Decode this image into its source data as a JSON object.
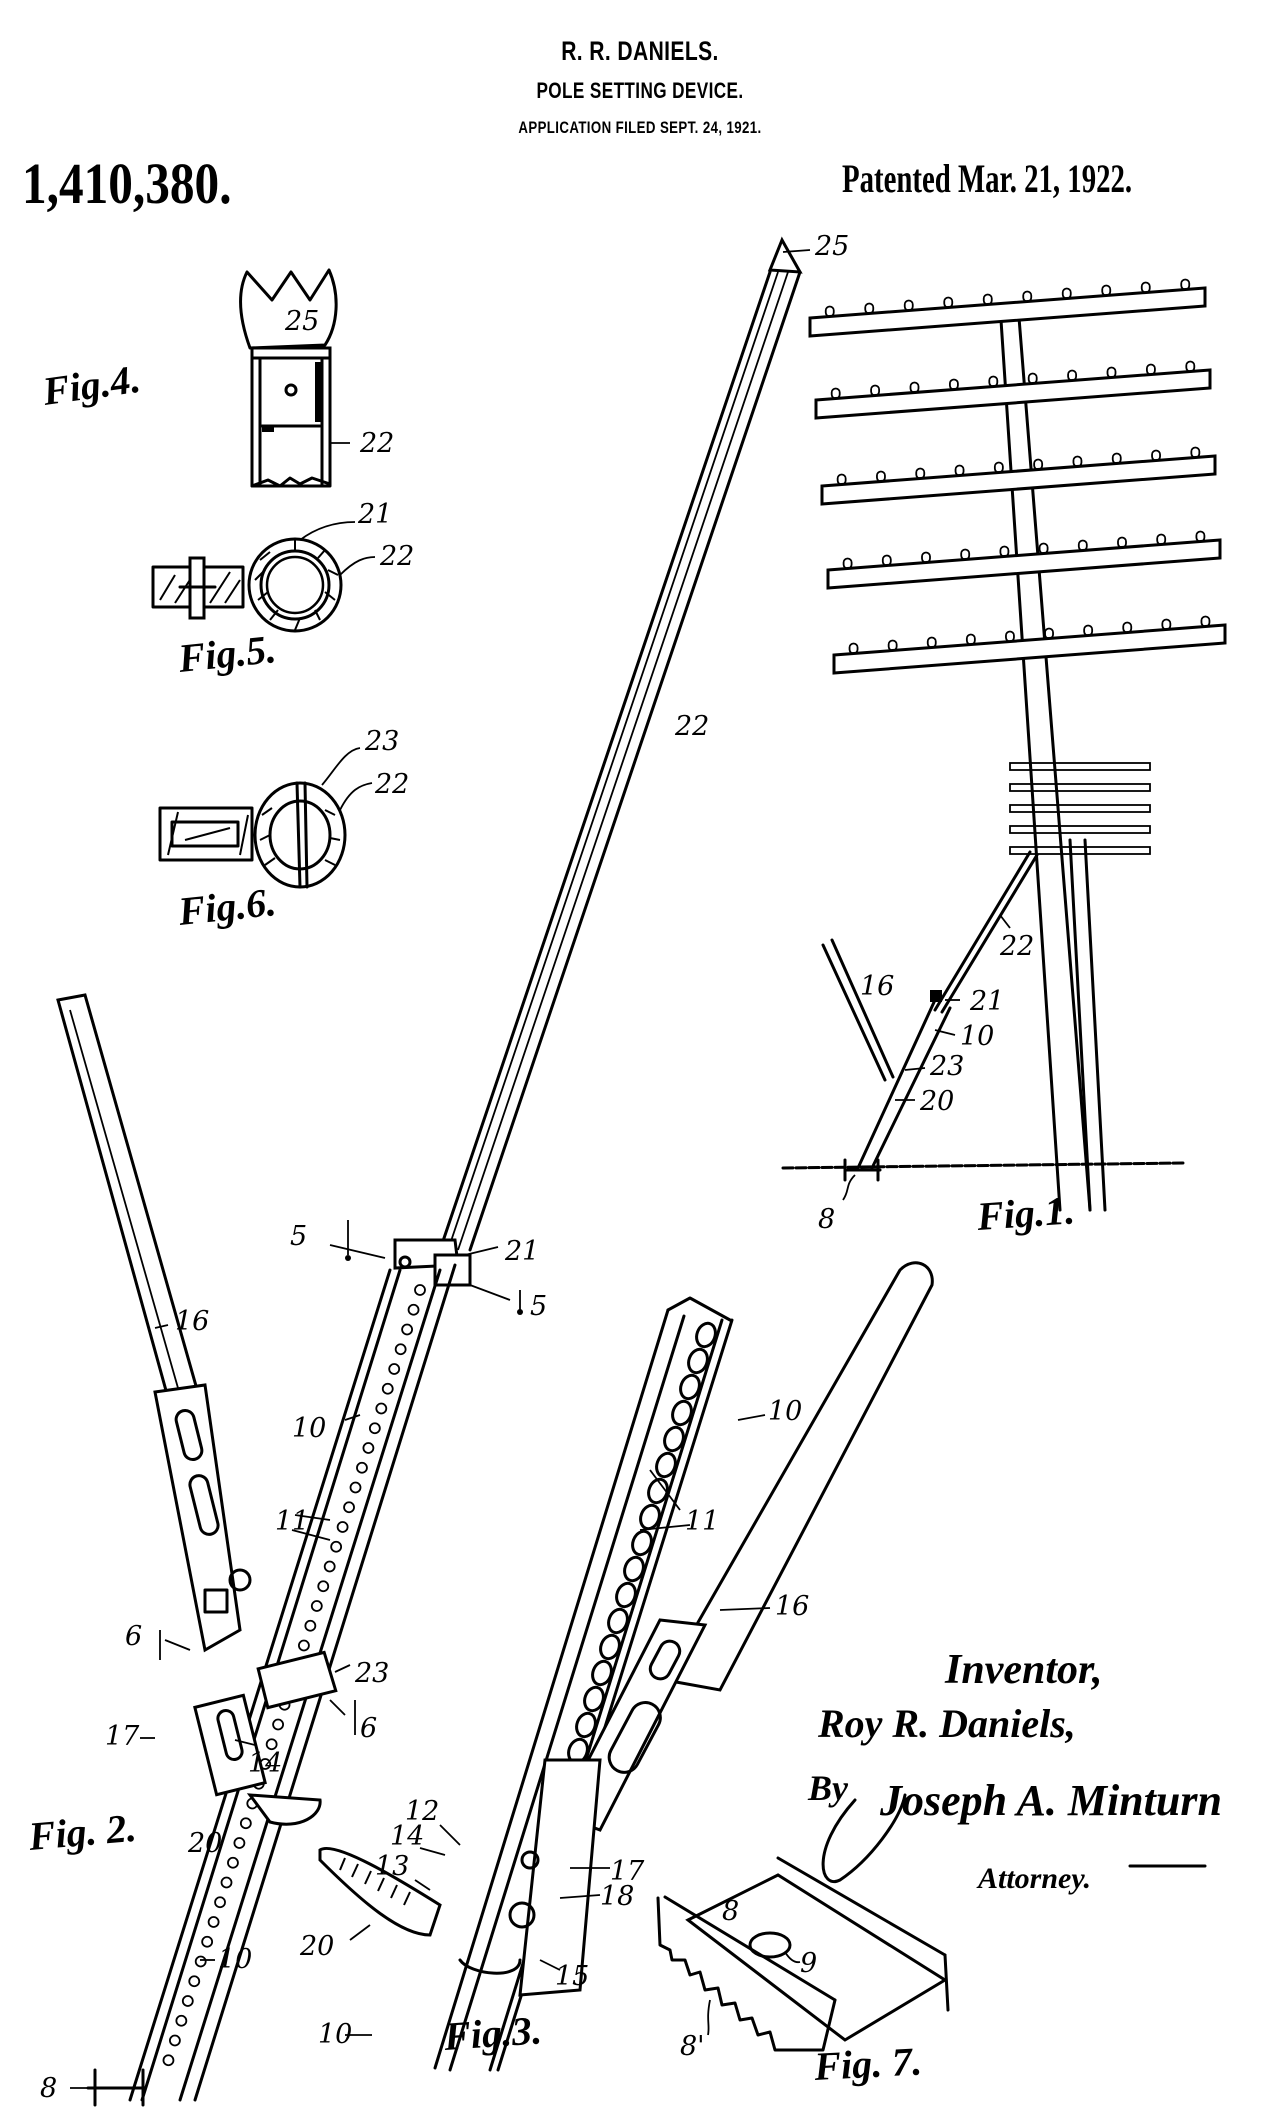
{
  "header": {
    "inventor": "R. R. DANIELS.",
    "title": "POLE SETTING DEVICE.",
    "application_filed": "APPLICATION FILED SEPT. 24, 1921.",
    "patent_number": "1,410,380.",
    "patented_date": "Patented Mar. 21, 1922."
  },
  "figures": {
    "fig1": "Fig.1.",
    "fig2": "Fig. 2.",
    "fig3": "Fig.3.",
    "fig4": "Fig.4.",
    "fig5": "Fig.5.",
    "fig6": "Fig.6.",
    "fig7": "Fig. 7."
  },
  "reference_numerals": {
    "fig1": [
      "22",
      "16",
      "21",
      "10",
      "23",
      "20",
      "8"
    ],
    "fig2": [
      "25",
      "22",
      "5",
      "21",
      "5",
      "16",
      "10",
      "11",
      "6",
      "23",
      "6",
      "17",
      "14",
      "20",
      "10",
      "8"
    ],
    "fig3": [
      "10",
      "11",
      "16",
      "12",
      "14",
      "13",
      "17",
      "18",
      "20",
      "15",
      "10"
    ],
    "fig4": [
      "25",
      "22"
    ],
    "fig5": [
      "21",
      "22"
    ],
    "fig6": [
      "23",
      "22"
    ],
    "fig7": [
      "8",
      "9",
      "8'"
    ]
  },
  "signature": {
    "inventor_label": "Inventor,",
    "inventor_name": "Roy R. Daniels,",
    "by": "By",
    "attorney_name": "Joseph A. Minturn",
    "attorney_label": "Attorney."
  }
}
